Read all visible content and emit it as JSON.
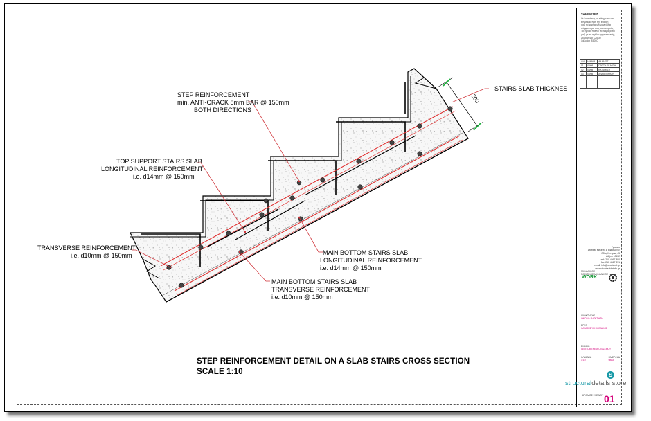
{
  "labels": {
    "step_reinf": [
      "STEP REINFORCEMENT",
      "min. ANTI-CRACK 8mm BAR @ 150mm",
      "BOTH DIRECTIONS"
    ],
    "top_support": [
      "TOP SUPPORT STAIRS SLAB",
      "LONGITUDINAL REINFORCEMENT",
      "i.e. d14mm @ 150mm"
    ],
    "transverse": [
      "TRANSVERSE REINFORCEMENT",
      "i.e. d10mm @ 150mm"
    ],
    "main_long": [
      "MAIN BOTTOM STAIRS SLAB",
      "LONGITUDINAL REINFORCEMENT",
      "i.e. d14mm @ 150mm"
    ],
    "main_trans": [
      "MAIN BOTTOM STAIRS SLAB",
      "TRANSVERSE REINFORCEMENT",
      "i.e. d10mm @ 150mm"
    ],
    "thickness": "STAIRS SLAB THICKNES",
    "dimension": "200"
  },
  "caption": {
    "title": "STEP REINFORCEMENT DETAIL ON A SLAB STAIRS CROSS SECTION",
    "scale": "SCALE 1:10"
  },
  "title_block": {
    "notes_heading": "ΣΗΜΕΙΩΣΕΙΣ",
    "notes_lines": [
      "Οι διαστάσεις να ελέγχονται στο",
      "εργοτάξιο πριν την έναρξη",
      "Όλα τα φορτία υπολογίζονται",
      "σύμφωνα με τους κανονισμούς",
      "Τα σχέδια πρέπει να διαβάζονται",
      "μαζί με τα σχέδια αρχιτεκτονικής",
      "Σκυρόδεμα C25/30",
      "Χάλυβας B500C"
    ],
    "revisions_header": [
      "Α/Α",
      "ΗΜ/ΝΙΑ",
      "ΑΛΛΑΓΕΣ"
    ],
    "revisions": [
      [
        "01",
        "08/08",
        "ΠΡΩΤΗ ΕΚΔΟΣΗ"
      ],
      [
        "02",
        "08/08",
        "ΚΑΤΑΘΕΣΗ"
      ],
      [
        "03",
        "09/08",
        "ΑΝΑΘΕΩΡΗΣΗ"
      ]
    ],
    "company_lines": [
      "Γραφείο",
      "Στατικές Μελέτες & Εφαρμογές",
      "Οδός Κεντρική 45",
      "Αθήνα 10432",
      "τηλ: 210 4567 890",
      "fax: 210 4567 891",
      "email: info@structural.gr",
      "www.structuraldetails.gr"
    ],
    "designer_heading": "ΜΗΧΑΝΙΚΟΣ",
    "designer": "ΠΟΛΙΤΙΚΟΣ ΜΗΧΑΝΙΚΟΣ",
    "logo_text": "WORK",
    "owner_heading": "ΙΔΙΟΚΤΗΤΗΣ",
    "owner": "ΟΝΟΜΑ ΙΔΙΟΚΤΗΤΗ",
    "project_heading": "ΕΡΓΟ",
    "project": "ΚΑΤΑΣΚΕΥΗ ΚΛΙΜΑΚΟΣ",
    "drawing_heading": "ΣΧΕΔΙΟ",
    "drawing": "ΛΕΠΤΟΜΕΡΕΙΑ ΟΠΛΙΣΜΟΥ",
    "scale_heading": "ΚΛΙΜΑΚΑ",
    "scale_value": "1:10",
    "date_heading": "ΗΜΕΡ/ΝΙΑ",
    "date_value": "08/08",
    "sheet_heading": "ΑΡΙΘΜΟΣ ΣΧΕΔΙΟΥ",
    "sheet_no": "01"
  },
  "brand": {
    "part1": "structural",
    "part2": "details store",
    "icon": "S"
  },
  "colors": {
    "leader": "#d0343a",
    "rebar": "#e03030",
    "concrete_fill": "#f4f4f4",
    "pink": "#d4007a",
    "teal": "#1a9aa8",
    "green_marker": "#18b038"
  }
}
